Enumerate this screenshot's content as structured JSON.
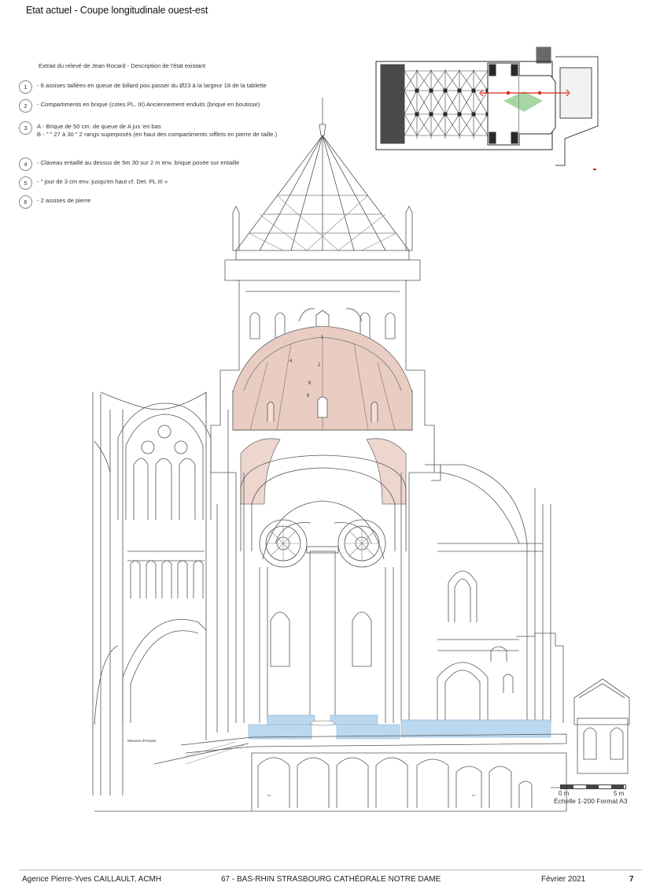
{
  "header": {
    "title": "Etat actuel - Coupe longitudinale  ouest-est"
  },
  "notes": {
    "intro": "Extrait du relevé de Jean Rocard - Description de l'état existant",
    "items": [
      {
        "num": "1",
        "text": "- 6 assises taillées en queue de billard pou passer du Ø23 à la largeur 18 de la tablette"
      },
      {
        "num": "2",
        "text": "- Compartiments en brique (cotes PL. III) Anciennement enduits (brique en boutisse)"
      },
      {
        "num": "3",
        "text": "A - Brique de 50 cm. de queue de A jus 'en bas\nB -  \" \" 27 à 30 \"  2 rangs superposés (en haut des compartiments sifflets en pierre de taille.)"
      },
      {
        "num": "4",
        "text": "- Claveau entaillé au dessus de 5m 30 sur 2 m env. brique posée sur entaille"
      },
      {
        "num": "5",
        "text": "- \"  jour de 3 cm env. jusqu'en haut cf. Det. PL III »"
      },
      {
        "num": "6",
        "text": "- 2 assises de pierre"
      }
    ]
  },
  "drawing": {
    "dome_labels": [
      "1",
      "2",
      "4",
      "6",
      "6"
    ],
    "small_label": "Mesures d'Horatio",
    "colors": {
      "line": "#555555",
      "dome_fill": "#e9cdc2",
      "glass_fill": "#bcd8ee",
      "plan_fill": "#2a2a2a",
      "plan_arrow": "#d9261c",
      "plan_highlight": "#5fb35a"
    }
  },
  "scale": {
    "zero": "0 m",
    "five": "5 m",
    "caption": "Échelle 1-200 Format A3"
  },
  "footer": {
    "agency": "Agence Pierre-Yves CAILLAULT, ACMH",
    "site": "67 - BAS-RHIN STRASBOURG CATHÉDRALE NOTRE DAME",
    "date": "Février 2021",
    "page": "7"
  }
}
